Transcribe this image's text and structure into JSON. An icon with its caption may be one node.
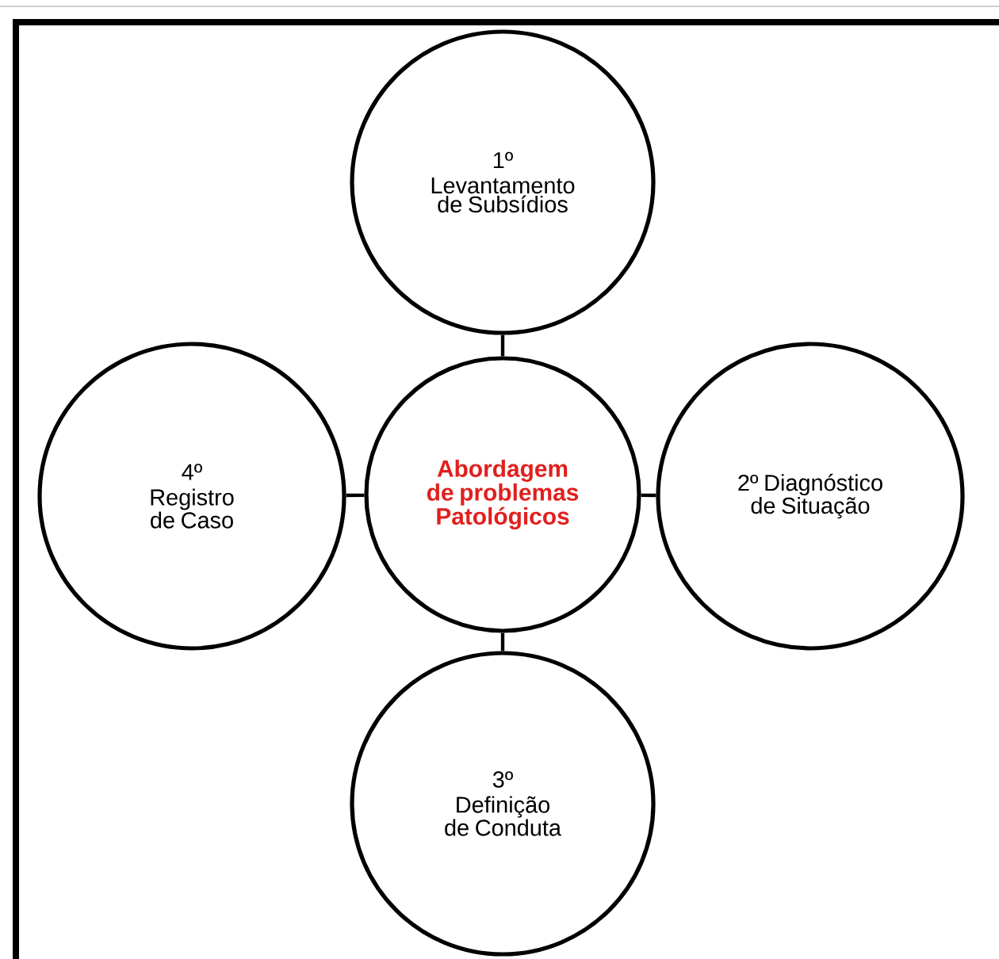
{
  "diagram": {
    "nodes": [
      {
        "text": [
          "1º",
          "Levantamento de Subsídios"
        ]
      },
      {
        "text": [
          "4º",
          "Registro de Caso"
        ]
      },
      {
        "text": [
          "Abordagem de problemas Patológicos"
        ]
      },
      {
        "text": [
          "2º Diagnóstico de Situação"
        ]
      },
      {
        "text": [
          "3º",
          "Definição de Conduta"
        ]
      }
    ],
    "edges": [
      {
        "from": 2,
        "to": 0,
        "arrow": "none"
      },
      {
        "from": 2,
        "to": 1,
        "arrow": "none"
      },
      {
        "from": 2,
        "to": 3,
        "arrow": "none"
      },
      {
        "from": 2,
        "to": 4,
        "arrow": "none"
      }
    ]
  }
}
